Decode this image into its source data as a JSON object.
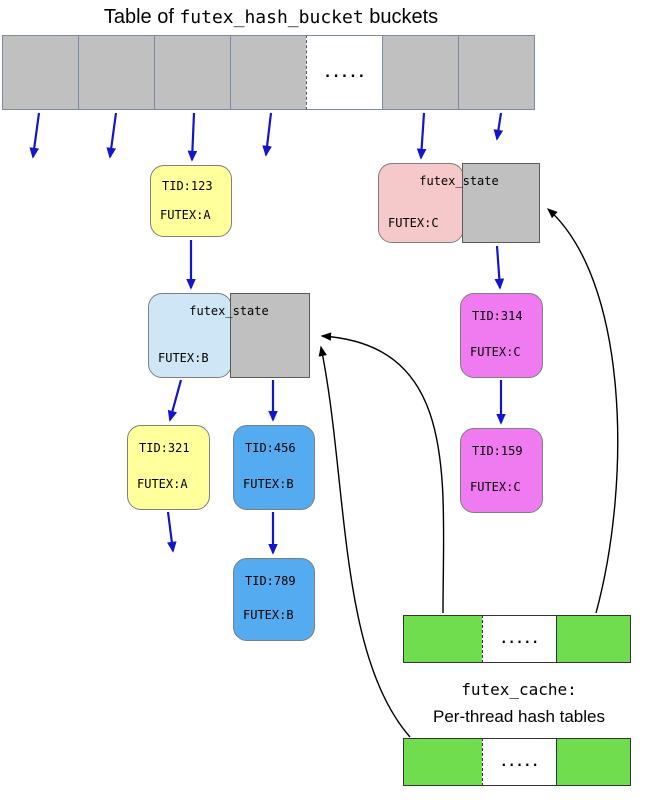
{
  "title": {
    "text_before": "Table of ",
    "code": "futex_hash_bucket",
    "text_after": " buckets"
  },
  "bucket_table": {
    "ellipsis": ".....",
    "cell_types": [
      "gray",
      "gray",
      "gray",
      "gray",
      "ellipsis",
      "gray",
      "gray"
    ]
  },
  "nodes": {
    "tid123": {
      "line1": "TID:123",
      "line2": "FUTEX:A"
    },
    "fs_c": {
      "title": "futex_state",
      "futex": "FUTEX:C"
    },
    "fs_b": {
      "title": "futex_state",
      "futex": "FUTEX:B"
    },
    "tid314": {
      "line1": "TID:314",
      "line2": "FUTEX:C"
    },
    "tid159": {
      "line1": "TID:159",
      "line2": "FUTEX:C"
    },
    "tid321": {
      "line1": "TID:321",
      "line2": "FUTEX:A"
    },
    "tid456": {
      "line1": "TID:456",
      "line2": "FUTEX:B"
    },
    "tid789": {
      "line1": "TID:789",
      "line2": "FUTEX:B"
    }
  },
  "cache": {
    "ellipsis": ".....",
    "label_code": "futex_cache:",
    "label_text": "Per-thread hash tables"
  },
  "colors": {
    "bucket_fill": "#c0c0c0",
    "bucket_border": "#7a8aa0",
    "arrow_blue": "#1414cc",
    "yellow": "#ffff9c",
    "pink": "#f5c9c9",
    "lightblue": "#cfe6f7",
    "blue": "#55abf0",
    "magenta": "#f07af0",
    "gray_box": "#c0c0c0",
    "green": "#70dd4e",
    "curve_black": "#000000"
  }
}
